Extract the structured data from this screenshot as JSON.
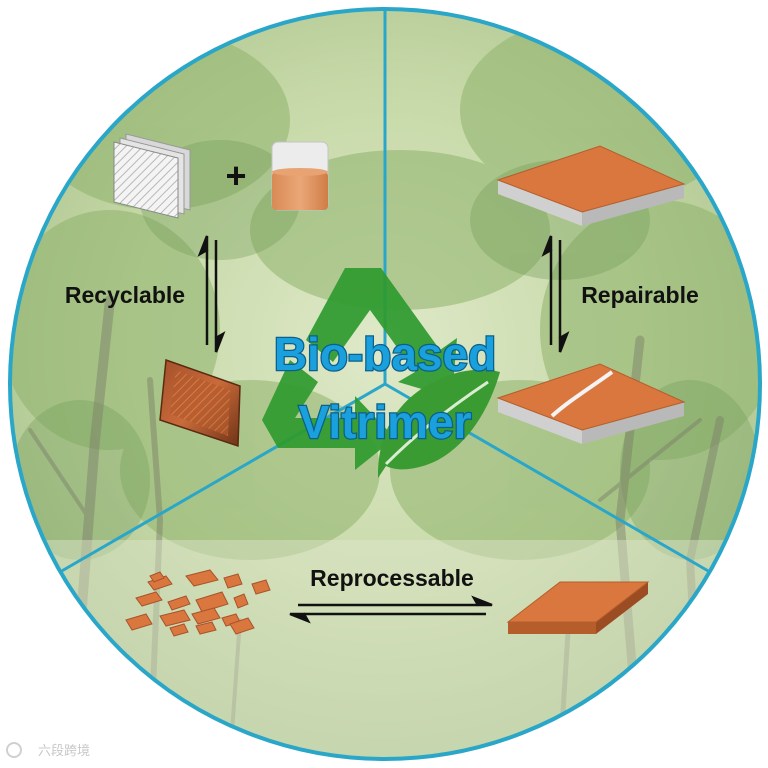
{
  "title_line1": "Bio-based",
  "title_line2": "Vitrimer",
  "labels": {
    "recyclable": "Recyclable",
    "repairable": "Repairable",
    "reprocessable": "Reprocessable",
    "plus": "+"
  },
  "watermark": "六段跨境",
  "colors": {
    "ring": "#2aa6c9",
    "sample": "#d9773f",
    "recycle_green": "#2e9a2e",
    "leaf_green": "#3b9b33"
  }
}
